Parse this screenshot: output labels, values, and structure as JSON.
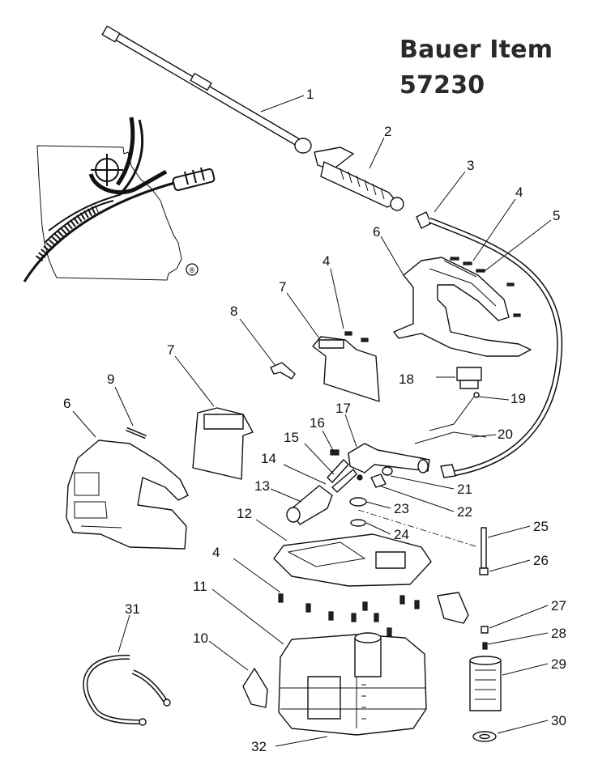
{
  "title": {
    "line1": "Bauer Item",
    "line2": "57230"
  },
  "logo": {
    "name": "state-outline-crosshair-logo",
    "registered_mark": "®"
  },
  "callouts": {
    "c1": "1",
    "c2": "2",
    "c3": "3",
    "c4a": "4",
    "c5": "5",
    "c6a": "6",
    "c4b": "4",
    "c7a": "7",
    "c8": "8",
    "c7b": "7",
    "c9": "9",
    "c6b": "6",
    "c18": "18",
    "c19": "19",
    "c20": "20",
    "c17": "17",
    "c16": "16",
    "c15": "15",
    "c14": "14",
    "c13": "13",
    "c21": "21",
    "c22": "22",
    "c23": "23",
    "c24": "24",
    "c12": "12",
    "c25": "25",
    "c26": "26",
    "c4c": "4",
    "c11": "11",
    "c27": "27",
    "c28": "28",
    "c29": "29",
    "c31": "31",
    "c10": "10",
    "c30": "30",
    "c32": "32"
  },
  "colors": {
    "line": "#111111",
    "title": "#2a2a2a",
    "background": "#ffffff"
  }
}
